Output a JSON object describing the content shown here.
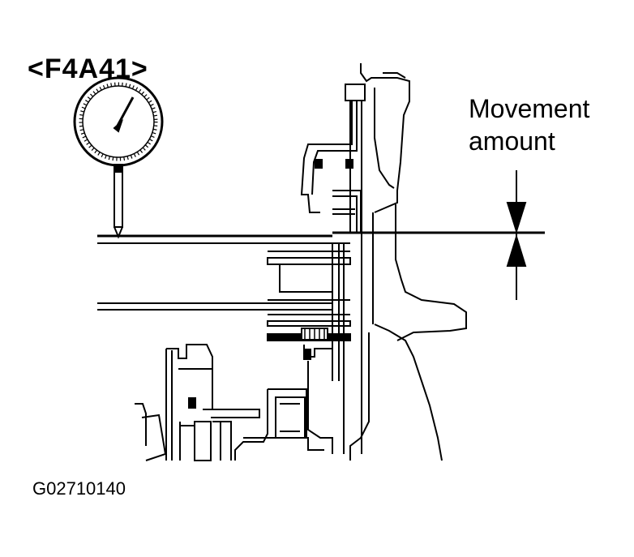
{
  "diagram": {
    "model_label": "<F4A41>",
    "annotation_line1": "Movement",
    "annotation_line2": "amount",
    "figure_id": "G02710140"
  },
  "colors": {
    "ink": "#000000",
    "paper": "#ffffff"
  },
  "icons": [
    "dial-gauge-icon",
    "dimension-arrow-icon"
  ]
}
